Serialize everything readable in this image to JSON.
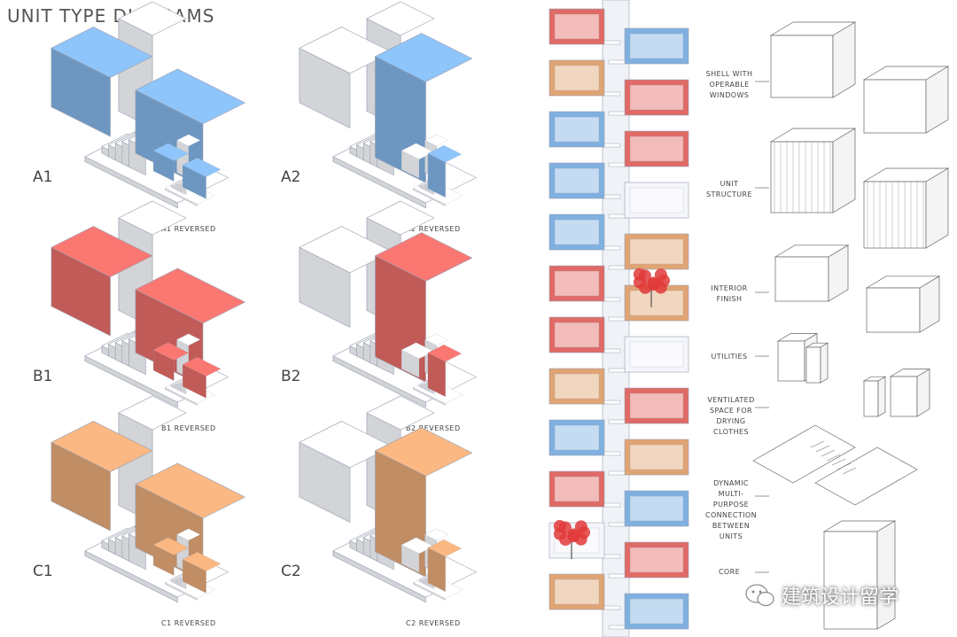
{
  "title": "UNIT TYPE DIAGRAMS",
  "colors": {
    "blue": "#7fb0e0",
    "red": "#e06a66",
    "orange": "#e0a474",
    "white": "#f4f6fb",
    "line": "#9aa0b0"
  },
  "units": [
    {
      "label": "A1",
      "reversed_label": "A1 REVERSED",
      "color": "blue",
      "variant": "1"
    },
    {
      "label": "A2",
      "reversed_label": "A2 REVERSED",
      "color": "blue",
      "variant": "2"
    },
    {
      "label": "B1",
      "reversed_label": "B1 REVERSED",
      "color": "red",
      "variant": "1"
    },
    {
      "label": "B2",
      "reversed_label": "B2 REVERSED",
      "color": "red",
      "variant": "2"
    },
    {
      "label": "C1",
      "reversed_label": "C1 REVERSED",
      "color": "orange",
      "variant": "1"
    },
    {
      "label": "C2",
      "reversed_label": "C2 REVERSED",
      "color": "orange",
      "variant": "2"
    }
  ],
  "tower": {
    "modules": [
      "red",
      "blue",
      "orange",
      "red",
      "blue",
      "red",
      "blue",
      "white",
      "blue",
      "orange",
      "red",
      "orange",
      "red",
      "white",
      "orange",
      "red",
      "blue",
      "orange",
      "red",
      "blue",
      "white",
      "red",
      "orange",
      "blue"
    ],
    "trees": [
      2,
      5
    ]
  },
  "layers": [
    {
      "label": "SHELL WITH\nOPERABLE\nWINDOWS"
    },
    {
      "label": "UNIT\nSTRUCTURE"
    },
    {
      "label": "INTERIOR\nFINISH"
    },
    {
      "label": "UTILITIES"
    },
    {
      "label": "VENTILATED\nSPACE FOR\nDRYING\nCLOTHES"
    },
    {
      "label": "DYNAMIC\nMULTI-\nPURPOSE\nCONNECTION\nBETWEEN\nUNITS"
    },
    {
      "label": "CORE"
    }
  ],
  "watermark": {
    "text": "建筑设计留学",
    "icon": "wechat-icon"
  }
}
